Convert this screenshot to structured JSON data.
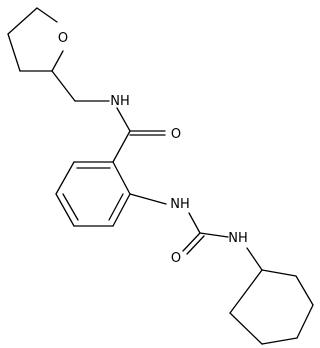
{
  "molecule": {
    "atoms": {
      "o_ring": "O",
      "nh_amide": "NH",
      "o_amide": "O",
      "nh_aryl": "NH",
      "o_urea": "O",
      "nh_cyclohexyl": "NH"
    }
  },
  "colors": {
    "bond": "#000000",
    "label": "#000000",
    "background": "#ffffff"
  }
}
